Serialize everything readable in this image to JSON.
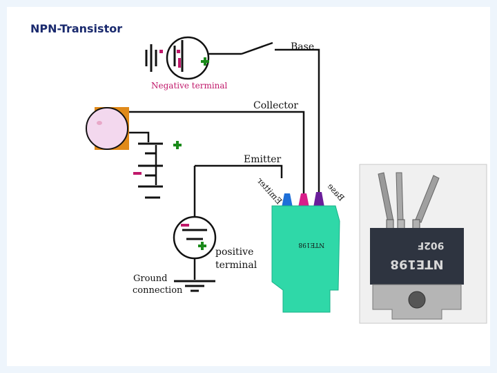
{
  "title": "NPN-Transistor",
  "labels": {
    "base": "Base",
    "negative_terminal": "Negative terminal",
    "collector": "Collector",
    "emitter": "Emitter",
    "positive_terminal_1": "positive",
    "positive_terminal_2": "terminal",
    "ground_1": "Ground",
    "ground_2": "connection",
    "emitter_pin_mirrored": "Emitter",
    "base_pin_mirrored": "Base",
    "chip_mirrored": "NTE198"
  },
  "photo": {
    "part_number": "NTE198",
    "code": "902F"
  },
  "colors": {
    "title": "#1a2a6e",
    "wire": "#111111",
    "positive": "#1a8a1a",
    "negative": "#c0186a",
    "transistor_body": "#2fd8a8",
    "pin_blue": "#1e6fd8",
    "pin_magenta": "#d81e8a",
    "pin_purple": "#6a1e9a",
    "lamp_housing": "#e08a1a",
    "lamp_bulb": "#f3d8ee"
  }
}
